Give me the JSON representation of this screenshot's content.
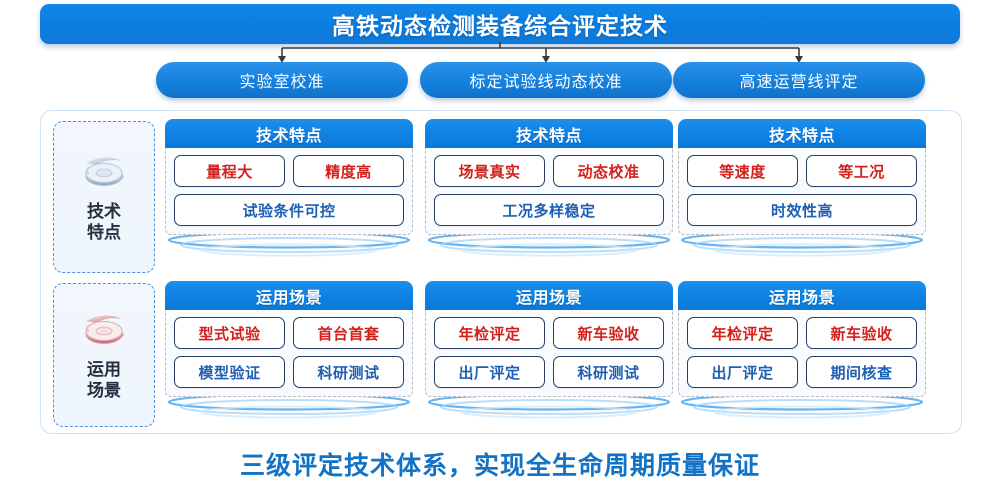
{
  "banner": {
    "title": "高铁动态检测装备综合评定技术"
  },
  "level2": [
    {
      "label": "实验室校准"
    },
    {
      "label": "标定试验线动态校准"
    },
    {
      "label": "高速运营线评定"
    }
  ],
  "sidebar": {
    "items": [
      {
        "label_line1": "技术",
        "label_line2": "特点",
        "icon": "ring-icon-blue",
        "theme": "#9fb4cc"
      },
      {
        "label_line1": "运用",
        "label_line2": "场景",
        "icon": "ring-icon-red",
        "theme": "#d98b90"
      }
    ]
  },
  "rows": [
    {
      "key": "tech",
      "cards": [
        {
          "header": "技术特点",
          "chips": [
            [
              {
                "text": "量程大",
                "color": "red"
              },
              {
                "text": "精度高",
                "color": "red"
              }
            ],
            [
              {
                "text": "试验条件可控",
                "color": "blue"
              }
            ]
          ]
        },
        {
          "header": "技术特点",
          "chips": [
            [
              {
                "text": "场景真实",
                "color": "red"
              },
              {
                "text": "动态校准",
                "color": "red"
              }
            ],
            [
              {
                "text": "工况多样稳定",
                "color": "blue"
              }
            ]
          ]
        },
        {
          "header": "技术特点",
          "chips": [
            [
              {
                "text": "等速度",
                "color": "red"
              },
              {
                "text": "等工况",
                "color": "red"
              }
            ],
            [
              {
                "text": "时效性高",
                "color": "blue"
              }
            ]
          ]
        }
      ]
    },
    {
      "key": "scene",
      "cards": [
        {
          "header": "运用场景",
          "chips": [
            [
              {
                "text": "型式试验",
                "color": "red"
              },
              {
                "text": "首台首套",
                "color": "red"
              }
            ],
            [
              {
                "text": "模型验证",
                "color": "blue"
              },
              {
                "text": "科研测试",
                "color": "blue"
              }
            ]
          ]
        },
        {
          "header": "运用场景",
          "chips": [
            [
              {
                "text": "年检评定",
                "color": "red"
              },
              {
                "text": "新车验收",
                "color": "red"
              }
            ],
            [
              {
                "text": "出厂评定",
                "color": "blue"
              },
              {
                "text": "科研测试",
                "color": "blue"
              }
            ]
          ]
        },
        {
          "header": "运用场景",
          "chips": [
            [
              {
                "text": "年检评定",
                "color": "red"
              },
              {
                "text": "新车验收",
                "color": "red"
              }
            ],
            [
              {
                "text": "出厂评定",
                "color": "blue"
              },
              {
                "text": "期间核查",
                "color": "blue"
              }
            ]
          ]
        }
      ]
    }
  ],
  "footer": {
    "caption": "三级评定技术体系，实现全生命周期质量保证"
  },
  "colors": {
    "banner_blue": "#0d7fe2",
    "pill_blue": "#1580dd",
    "chip_red": "#d3201a",
    "chip_blue": "#1f5fb3",
    "footer_blue": "#1273c6",
    "dashed_border": "#4f90d8"
  }
}
